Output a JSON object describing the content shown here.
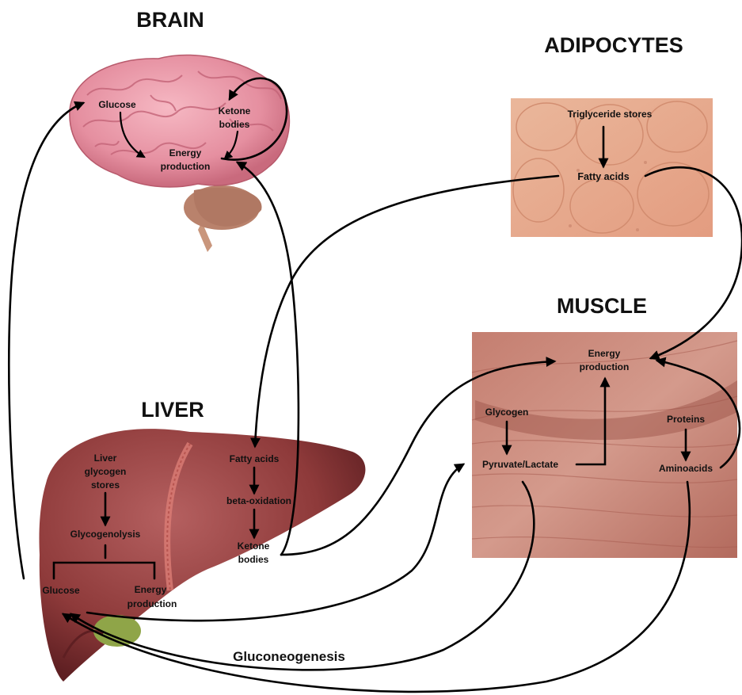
{
  "titles": {
    "brain": "BRAIN",
    "adipocytes": "ADIPOCYTES",
    "muscle": "MUSCLE",
    "liver": "LIVER"
  },
  "brain": {
    "glucose": "Glucose",
    "ketone_line1": "Ketone",
    "ketone_line2": "bodies",
    "energy_line1": "Energy",
    "energy_line2": "production"
  },
  "adipocytes": {
    "triglyceride": "Triglyceride stores",
    "fatty_acids": "Fatty acids"
  },
  "muscle": {
    "energy_line1": "Energy",
    "energy_line2": "production",
    "glycogen": "Glycogen",
    "pyruvate": "Pyruvate/Lactate",
    "proteins": "Proteins",
    "aminoacids": "Aminoacids"
  },
  "liver": {
    "stores_line1": "Liver",
    "stores_line2": "glycogen",
    "stores_line3": "stores",
    "glycogenolysis": "Glycogenolysis",
    "glucose": "Glucose",
    "energy_line1": "Energy",
    "energy_line2": "production",
    "fatty_acids": "Fatty acids",
    "beta_oxidation": "beta-oxidation",
    "ketone_line1": "Ketone",
    "ketone_line2": "bodies"
  },
  "process": {
    "gluconeogenesis": "Gluconeogenesis"
  },
  "colors": {
    "brain": "#e58fa0",
    "adipose": "#e7a98a",
    "muscle": "#b56a5e",
    "liver": "#8e3a3a",
    "gallbladder": "#8fa548"
  }
}
